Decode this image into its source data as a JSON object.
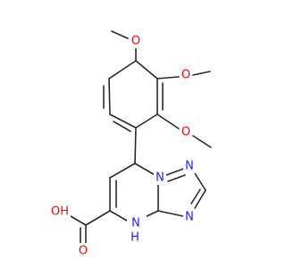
{
  "molecule": {
    "colors": {
      "bond": "#2a2a2a",
      "oxygen": "#ff0000",
      "nitrogen": "#1c1cff",
      "background": "#ffffff"
    },
    "labels": {
      "ome_top": "O",
      "ome_right": "O",
      "ome_ortho": "O",
      "n_bridge": "N",
      "n_triazole_top": "N",
      "n_triazole_right": "N",
      "nh": "N",
      "nh_h": "H",
      "acid_oh": "OH",
      "acid_o": "O"
    }
  }
}
